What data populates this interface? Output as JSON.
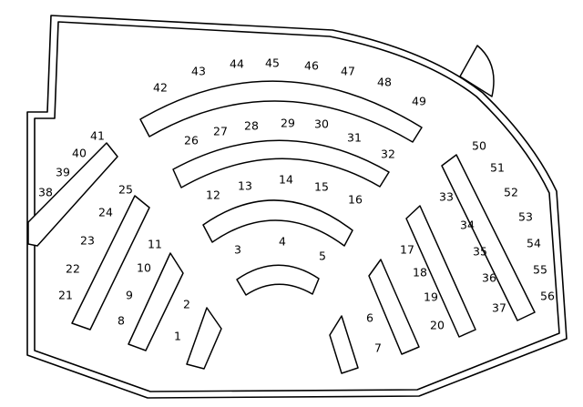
{
  "seats": [
    {
      "n": "1"
    },
    {
      "n": "2"
    },
    {
      "n": "3"
    },
    {
      "n": "4"
    },
    {
      "n": "5"
    },
    {
      "n": "6"
    },
    {
      "n": "7"
    },
    {
      "n": "8"
    },
    {
      "n": "9"
    },
    {
      "n": "10"
    },
    {
      "n": "11"
    },
    {
      "n": "12"
    },
    {
      "n": "13"
    },
    {
      "n": "14"
    },
    {
      "n": "15"
    },
    {
      "n": "16"
    },
    {
      "n": "17"
    },
    {
      "n": "18"
    },
    {
      "n": "19"
    },
    {
      "n": "20"
    },
    {
      "n": "21"
    },
    {
      "n": "22"
    },
    {
      "n": "23"
    },
    {
      "n": "24"
    },
    {
      "n": "25"
    },
    {
      "n": "26"
    },
    {
      "n": "27"
    },
    {
      "n": "28"
    },
    {
      "n": "29"
    },
    {
      "n": "30"
    },
    {
      "n": "31"
    },
    {
      "n": "32"
    },
    {
      "n": "33"
    },
    {
      "n": "34"
    },
    {
      "n": "35"
    },
    {
      "n": "36"
    },
    {
      "n": "37"
    },
    {
      "n": "38"
    },
    {
      "n": "39"
    },
    {
      "n": "40"
    },
    {
      "n": "41"
    },
    {
      "n": "42"
    },
    {
      "n": "43"
    },
    {
      "n": "44"
    },
    {
      "n": "45"
    },
    {
      "n": "46"
    },
    {
      "n": "47"
    },
    {
      "n": "48"
    },
    {
      "n": "49"
    },
    {
      "n": "50"
    },
    {
      "n": "51"
    },
    {
      "n": "52"
    },
    {
      "n": "53"
    },
    {
      "n": "54"
    },
    {
      "n": "55"
    },
    {
      "n": "56"
    }
  ]
}
